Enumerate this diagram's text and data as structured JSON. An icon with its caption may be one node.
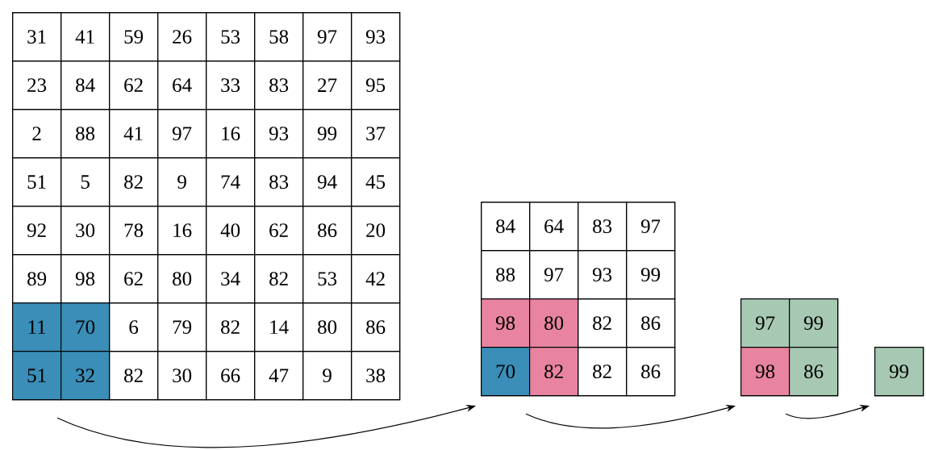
{
  "diagram": {
    "nodes": [
      {
        "text": [],
        "shape": "box"
      },
      {
        "text": [
          "31"
        ],
        "in": 0
      },
      {
        "text": [
          "41"
        ],
        "in": 0
      },
      {
        "text": [
          "59"
        ],
        "in": 0
      },
      {
        "text": [
          "26"
        ],
        "in": 0
      },
      {
        "text": [
          "53"
        ],
        "in": 0
      },
      {
        "text": [
          "58"
        ],
        "in": 0
      },
      {
        "text": [
          "97"
        ],
        "in": 0
      },
      {
        "text": [
          "93"
        ],
        "in": 0
      },
      {
        "text": [
          "23"
        ],
        "in": 0
      },
      {
        "text": [
          "84"
        ],
        "in": 0
      },
      {
        "text": [
          "62"
        ],
        "in": 0
      },
      {
        "text": [
          "64"
        ],
        "in": 0
      },
      {
        "text": [
          "33"
        ],
        "in": 0
      },
      {
        "text": [
          "83"
        ],
        "in": 0
      },
      {
        "text": [
          "27"
        ],
        "in": 0
      },
      {
        "text": [
          "95"
        ],
        "in": 0
      },
      {
        "text": [
          "2"
        ],
        "in": 0
      },
      {
        "text": [
          "88"
        ],
        "in": 0
      },
      {
        "text": [
          "41"
        ],
        "in": 0
      },
      {
        "text": [
          "97"
        ],
        "in": 0
      },
      {
        "text": [
          "16"
        ],
        "in": 0
      },
      {
        "text": [
          "93"
        ],
        "in": 0
      },
      {
        "text": [
          "99"
        ],
        "in": 0
      },
      {
        "text": [
          "37"
        ],
        "in": 0
      },
      {
        "text": [
          "51"
        ],
        "in": 0
      },
      {
        "text": [
          "5"
        ],
        "in": 0
      },
      {
        "text": [
          "82"
        ],
        "in": 0
      },
      {
        "text": [
          "9"
        ],
        "in": 0
      },
      {
        "text": [
          "74"
        ],
        "in": 0
      },
      {
        "text": [
          "83"
        ],
        "in": 0
      },
      {
        "text": [
          "94"
        ],
        "in": 0
      },
      {
        "text": [
          "45"
        ],
        "in": 0
      },
      {
        "text": [
          "92"
        ],
        "in": 0
      },
      {
        "text": [
          "30"
        ],
        "in": 0
      },
      {
        "text": [
          "78"
        ],
        "in": 0
      },
      {
        "text": [
          "16"
        ],
        "in": 0
      },
      {
        "text": [
          "40"
        ],
        "in": 0
      },
      {
        "text": [
          "62"
        ],
        "in": 0
      },
      {
        "text": [
          "86"
        ],
        "in": 0
      },
      {
        "text": [
          "20"
        ],
        "in": 0
      },
      {
        "text": [
          "89"
        ],
        "in": 0
      },
      {
        "text": [
          "98"
        ],
        "in": 0
      },
      {
        "text": [
          "62"
        ],
        "in": 0
      },
      {
        "text": [
          "80"
        ],
        "in": 0
      },
      {
        "text": [
          "34"
        ],
        "in": 0
      },
      {
        "text": [
          "82"
        ],
        "in": 0
      },
      {
        "text": [
          "53"
        ],
        "in": 0
      },
      {
        "text": [
          "42"
        ],
        "in": 0
      },
      {
        "text": [
          "11"
        ],
        "in": 0
      },
      {
        "text": [
          "70"
        ],
        "in": 0
      },
      {
        "text": [
          "6"
        ],
        "in": 0
      },
      {
        "text": [
          "79"
        ],
        "in": 0
      },
      {
        "text": [
          "82"
        ],
        "in": 0
      },
      {
        "text": [
          "14"
        ],
        "in": 0
      },
      {
        "text": [
          "80"
        ],
        "in": 0
      },
      {
        "text": [
          "86"
        ],
        "in": 0
      },
      {
        "text": [
          "51"
        ],
        "in": 0
      },
      {
        "text": [
          "32"
        ],
        "in": 0
      },
      {
        "text": [
          "82"
        ],
        "in": 0
      },
      {
        "text": [
          "30"
        ],
        "in": 0
      },
      {
        "text": [
          "66"
        ],
        "in": 0
      },
      {
        "text": [
          "47"
        ],
        "in": 0
      },
      {
        "text": [
          "9"
        ],
        "in": 0
      },
      {
        "text": [
          "38"
        ],
        "in": 0
      },
      {
        "text": [],
        "shape": "box"
      },
      {
        "text": [
          "84"
        ],
        "in": 65
      },
      {
        "text": [
          "64"
        ],
        "in": 65
      },
      {
        "text": [
          "83"
        ],
        "in": 65
      },
      {
        "text": [
          "97"
        ],
        "in": 65
      },
      {
        "text": [
          "88"
        ],
        "in": 65
      },
      {
        "text": [
          "97"
        ],
        "in": 65
      },
      {
        "text": [
          "93"
        ],
        "in": 65
      },
      {
        "text": [
          "99"
        ],
        "in": 65
      },
      {
        "text": [
          "98"
        ],
        "in": 65
      },
      {
        "text": [
          "80"
        ],
        "in": 65
      },
      {
        "text": [
          "82"
        ],
        "in": 65
      },
      {
        "text": [
          "86"
        ],
        "in": 65
      },
      {
        "text": [
          "70"
        ],
        "in": 65
      },
      {
        "text": [
          "82"
        ],
        "in": 65
      },
      {
        "text": [
          "82"
        ],
        "in": 65
      },
      {
        "text": [
          "86"
        ],
        "in": 65
      },
      {
        "text": [],
        "shape": "box"
      },
      {
        "text": [
          "97"
        ],
        "in": 82
      },
      {
        "text": [
          "99"
        ],
        "in": 82
      },
      {
        "text": [
          "98"
        ],
        "in": 82
      },
      {
        "text": [
          "86"
        ],
        "in": 82
      },
      {
        "text": [],
        "shape": "box"
      },
      {
        "text": [
          "99"
        ],
        "in": 87
      }
    ],
    "edges": [
      {
        "from": 0,
        "to": 65,
        "arrow": "to"
      },
      {
        "from": 65,
        "to": 82,
        "arrow": "to"
      },
      {
        "from": 82,
        "to": 87,
        "arrow": "to"
      }
    ]
  }
}
